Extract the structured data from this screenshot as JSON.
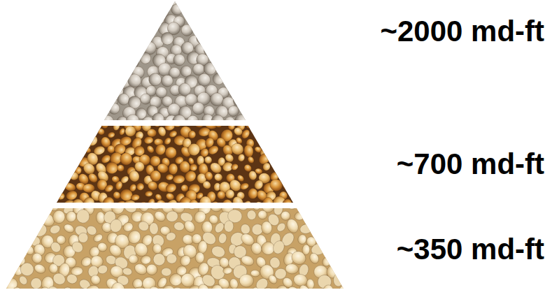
{
  "diagram": {
    "labels": [
      "~2000 md-ft",
      "~700 md-ft",
      "~350 md-ft"
    ]
  }
}
